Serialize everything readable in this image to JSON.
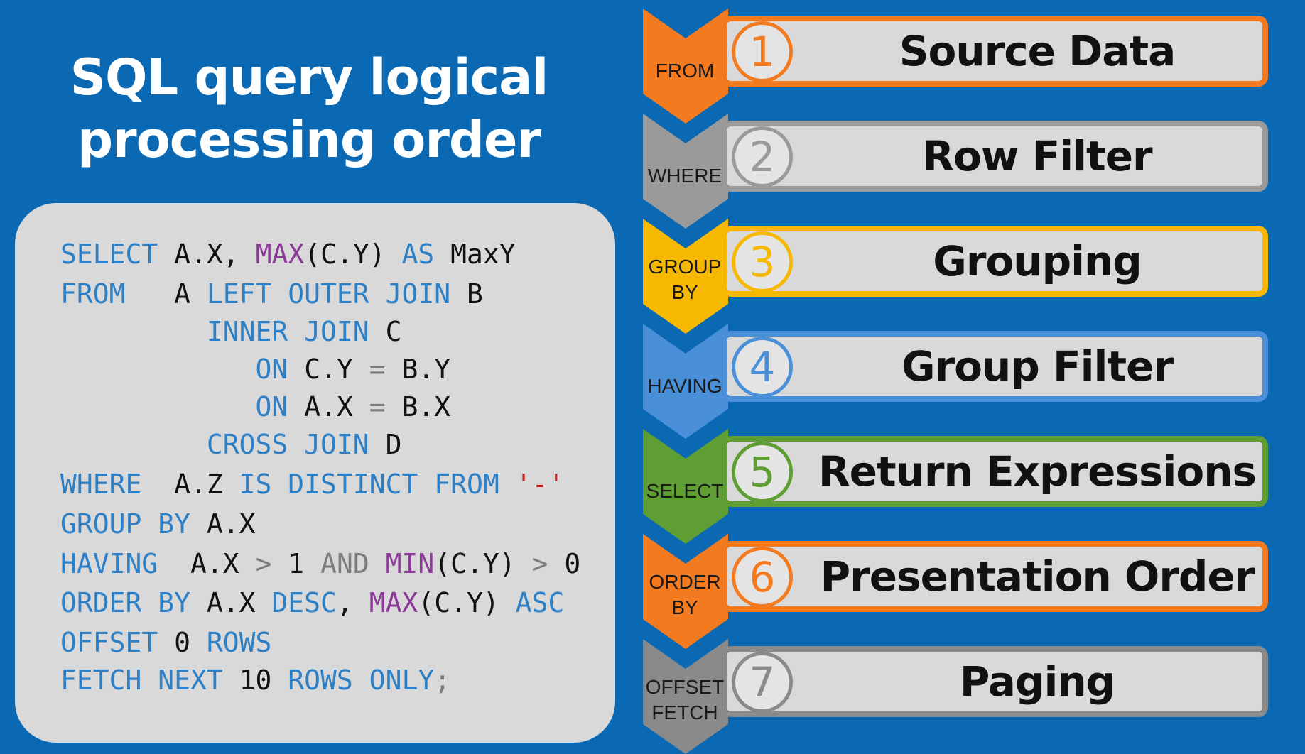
{
  "title": {
    "line1": "SQL query logical",
    "line2": "processing order"
  },
  "code": {
    "lines": [
      [
        {
          "t": "SELECT",
          "c": "kw"
        },
        {
          "t": " A.X, "
        },
        {
          "t": "MAX",
          "c": "fn"
        },
        {
          "t": "(C.Y) "
        },
        {
          "t": "AS",
          "c": "kw"
        },
        {
          "t": " MaxY"
        }
      ],
      [
        {
          "t": "FROM",
          "c": "kw"
        },
        {
          "t": "   A "
        },
        {
          "t": "LEFT OUTER JOIN",
          "c": "kw"
        },
        {
          "t": " B"
        }
      ],
      [
        {
          "t": "         "
        },
        {
          "t": "INNER JOIN",
          "c": "kw"
        },
        {
          "t": " C"
        }
      ],
      [
        {
          "t": "            "
        },
        {
          "t": "ON",
          "c": "kw"
        },
        {
          "t": " C.Y "
        },
        {
          "t": "=",
          "c": "op"
        },
        {
          "t": " B.Y"
        }
      ],
      [
        {
          "t": "            "
        },
        {
          "t": "ON",
          "c": "kw"
        },
        {
          "t": " A.X "
        },
        {
          "t": "=",
          "c": "op"
        },
        {
          "t": " B.X"
        }
      ],
      [
        {
          "t": "         "
        },
        {
          "t": "CROSS JOIN",
          "c": "kw"
        },
        {
          "t": " D"
        }
      ],
      [
        {
          "t": "WHERE",
          "c": "kw"
        },
        {
          "t": "  A.Z "
        },
        {
          "t": "IS DISTINCT FROM",
          "c": "kw"
        },
        {
          "t": " "
        },
        {
          "t": "'-'",
          "c": "str"
        }
      ],
      [
        {
          "t": "GROUP BY",
          "c": "kw"
        },
        {
          "t": " A.X"
        }
      ],
      [
        {
          "t": "HAVING",
          "c": "kw"
        },
        {
          "t": "  A.X "
        },
        {
          "t": ">",
          "c": "op"
        },
        {
          "t": " 1 "
        },
        {
          "t": "AND",
          "c": "op"
        },
        {
          "t": " "
        },
        {
          "t": "MIN",
          "c": "fn"
        },
        {
          "t": "(C.Y) "
        },
        {
          "t": ">",
          "c": "op"
        },
        {
          "t": " 0"
        }
      ],
      [
        {
          "t": "ORDER BY",
          "c": "kw"
        },
        {
          "t": " A.X "
        },
        {
          "t": "DESC",
          "c": "kw"
        },
        {
          "t": ", "
        },
        {
          "t": "MAX",
          "c": "fn"
        },
        {
          "t": "(C.Y) "
        },
        {
          "t": "ASC",
          "c": "kw"
        }
      ],
      [
        {
          "t": "OFFSET",
          "c": "kw"
        },
        {
          "t": " 0 "
        },
        {
          "t": "ROWS",
          "c": "kw"
        }
      ],
      [
        {
          "t": "FETCH NEXT",
          "c": "kw"
        },
        {
          "t": " 10 "
        },
        {
          "t": "ROWS ONLY",
          "c": "kw"
        },
        {
          "t": ";",
          "c": "op"
        }
      ]
    ]
  },
  "steps": [
    {
      "number": "1",
      "label": [
        "FROM"
      ],
      "name": "Source Data",
      "color": "#f47a20"
    },
    {
      "number": "2",
      "label": [
        "WHERE"
      ],
      "name": "Row Filter",
      "color": "#9a9a9a"
    },
    {
      "number": "3",
      "label": [
        "GROUP",
        "BY"
      ],
      "name": "Grouping",
      "color": "#f6b800"
    },
    {
      "number": "4",
      "label": [
        "HAVING"
      ],
      "name": "Group Filter",
      "color": "#4a90d9"
    },
    {
      "number": "5",
      "label": [
        "SELECT"
      ],
      "name": "Return Expressions",
      "color": "#5e9e32"
    },
    {
      "number": "6",
      "label": [
        "ORDER",
        "BY"
      ],
      "name": "Presentation Order",
      "color": "#f47a20"
    },
    {
      "number": "7",
      "label": [
        "OFFSET",
        "FETCH"
      ],
      "name": "Paging",
      "color": "#8a8a8a"
    }
  ]
}
